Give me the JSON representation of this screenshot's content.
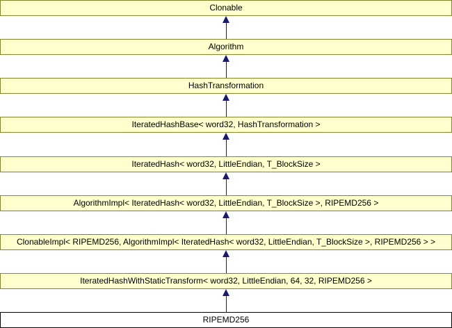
{
  "diagram": {
    "title": "RIPEMD256 inheritance diagram",
    "nodes": [
      {
        "label": "Clonable"
      },
      {
        "label": "Algorithm"
      },
      {
        "label": "HashTransformation"
      },
      {
        "label": "IteratedHashBase< word32, HashTransformation >"
      },
      {
        "label": "IteratedHash< word32, LittleEndian, T_BlockSize >"
      },
      {
        "label": "AlgorithmImpl< IteratedHash< word32, LittleEndian, T_BlockSize >, RIPEMD256 >"
      },
      {
        "label": "ClonableImpl< RIPEMD256, AlgorithmImpl< IteratedHash< word32, LittleEndian, T_BlockSize >, RIPEMD256 > >"
      },
      {
        "label": "IteratedHashWithStaticTransform< word32, LittleEndian, 64, 32, RIPEMD256 >"
      },
      {
        "label": "RIPEMD256"
      }
    ],
    "colors": {
      "node_bg": "#FFFFCE",
      "node_border": "#84842c",
      "highlight_bg": "#FFFFFF",
      "arrow": "#191970"
    }
  }
}
